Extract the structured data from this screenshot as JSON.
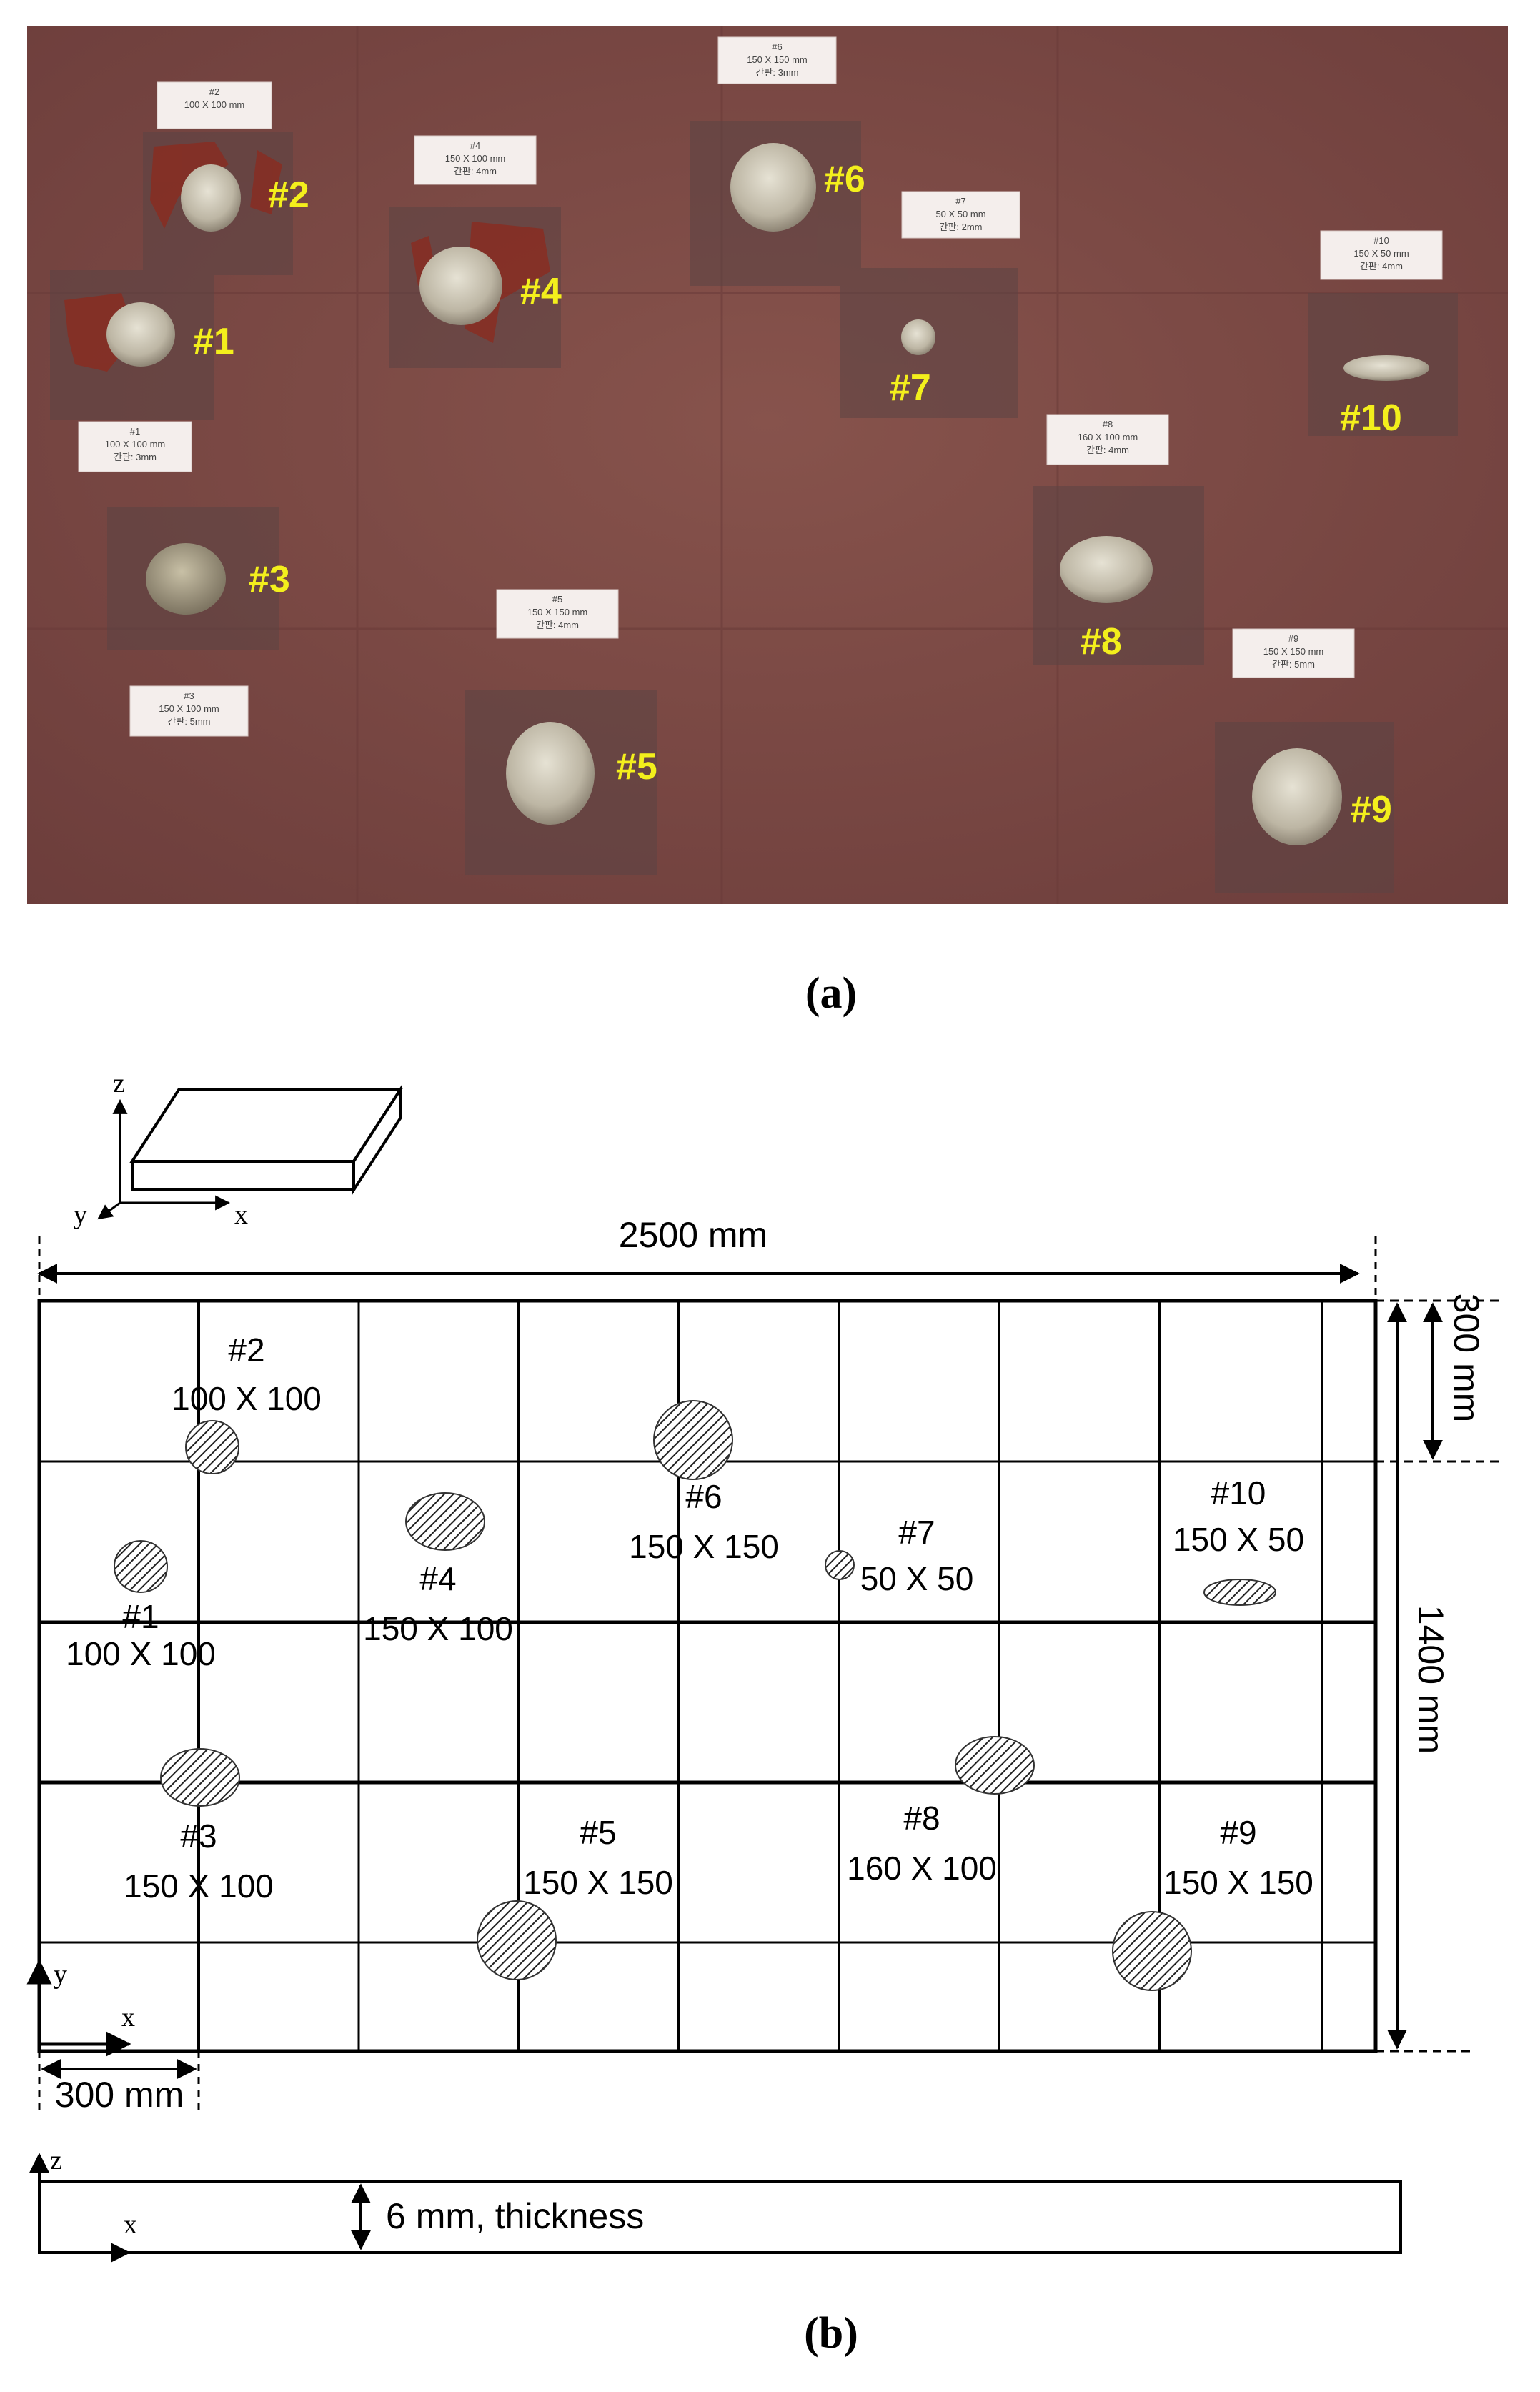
{
  "figure": {
    "captions": {
      "a": "(a)",
      "b": "(b)"
    },
    "panel_a": {
      "description_tags": [
        {
          "id": "#1",
          "line1": "100 X 100 mm",
          "line2": "간판: 3mm"
        },
        {
          "id": "#2",
          "line1": "100 X 100 mm",
          "line2": ""
        },
        {
          "id": "#3",
          "line1": "150 X 100 mm",
          "line2": "간판: 5mm"
        },
        {
          "id": "#4",
          "line1": "150 X 100 mm",
          "line2": "간판: 4mm"
        },
        {
          "id": "#5",
          "line1": "150 X 150 mm",
          "line2": "간판: 4mm"
        },
        {
          "id": "#6",
          "line1": "150 X 150 mm",
          "line2": "간판: 3mm"
        },
        {
          "id": "#7",
          "line1": "50 X 50 mm",
          "line2": "간판: 2mm"
        },
        {
          "id": "#8",
          "line1": "160 X 100 mm",
          "line2": "간판: 4mm"
        },
        {
          "id": "#9",
          "line1": "150 X 150 mm",
          "line2": "간판: 5mm"
        },
        {
          "id": "#10",
          "line1": "150 X 50 mm",
          "line2": "간판: 4mm"
        }
      ],
      "photo_labels": [
        "#1",
        "#2",
        "#3",
        "#4",
        "#5",
        "#6",
        "#7",
        "#8",
        "#9",
        "#10"
      ],
      "colors": {
        "plate": "#7d4a46",
        "label": "#f3ef1c"
      }
    },
    "panel_b": {
      "dims": {
        "width": "2500 mm",
        "height": "1400 mm",
        "cell_v": "300 mm",
        "cell_h": "300 mm",
        "thickness": "6 mm, thickness"
      },
      "axes": {
        "x": "x",
        "y": "y",
        "z": "z"
      },
      "defects": [
        {
          "id": "#1",
          "size": "100 X 100"
        },
        {
          "id": "#2",
          "size": "100 X 100"
        },
        {
          "id": "#3",
          "size": "150 X 100"
        },
        {
          "id": "#4",
          "size": "150 X 100"
        },
        {
          "id": "#5",
          "size": "150 X 150"
        },
        {
          "id": "#6",
          "size": "150 X 150"
        },
        {
          "id": "#7",
          "size": "50 X 50"
        },
        {
          "id": "#8",
          "size": "160 X 100"
        },
        {
          "id": "#9",
          "size": "150 X 150"
        },
        {
          "id": "#10",
          "size": "150 X 50"
        }
      ]
    }
  }
}
